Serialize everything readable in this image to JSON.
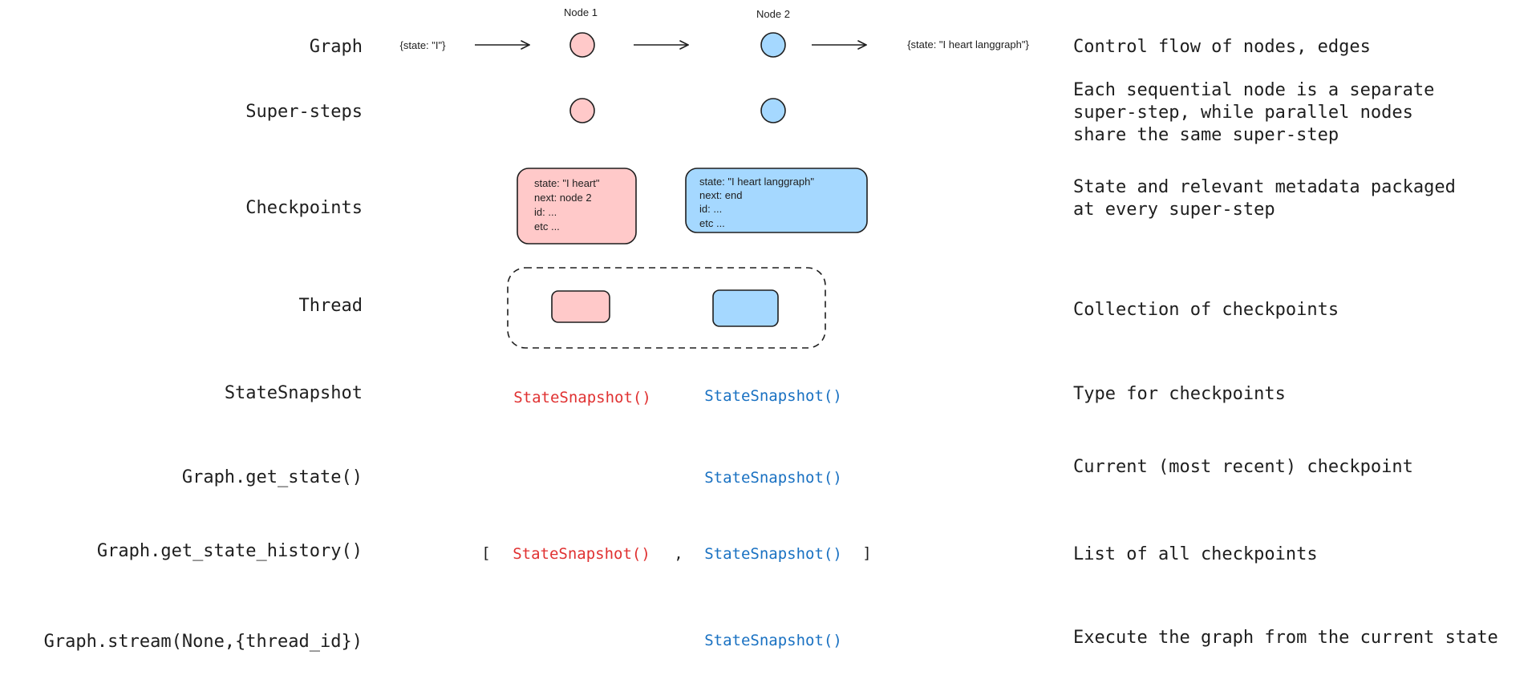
{
  "colors": {
    "node1_fill": "#ffc9c9",
    "node2_fill": "#a5d8ff",
    "stroke": "#1e1e1e",
    "snapshot_red": "#e03131",
    "snapshot_blue": "#1971c2"
  },
  "rows": {
    "graph": {
      "label": "Graph",
      "description": "Control flow of nodes, edges",
      "node1_title": "Node 1",
      "node2_title": "Node 2",
      "input_state": "{state: \"I\"}",
      "output_state": "{state: \"I heart langgraph\"}"
    },
    "supersteps": {
      "label": "Super-steps",
      "description_lines": [
        "Each sequential node is a separate",
        "super-step, while parallel nodes",
        "share the same super-step"
      ]
    },
    "checkpoints": {
      "label": "Checkpoints",
      "description_lines": [
        "State and relevant metadata packaged",
        "at every super-step"
      ],
      "card1_lines": [
        "state: \"I heart\"",
        "next: node 2",
        "id: ...",
        "etc ..."
      ],
      "card2_lines": [
        "state: \"I heart langgraph\"",
        "next: end",
        "id: ...",
        "etc ..."
      ]
    },
    "thread": {
      "label": "Thread",
      "description": "Collection of checkpoints"
    },
    "statesnapshot": {
      "label": "StateSnapshot",
      "description": "Type for checkpoints",
      "left": "StateSnapshot()",
      "right": "StateSnapshot()"
    },
    "get_state": {
      "label": "Graph.get_state()",
      "description": "Current (most recent) checkpoint",
      "value": "StateSnapshot()"
    },
    "get_state_history": {
      "label": "Graph.get_state_history()",
      "description": "List of all checkpoints",
      "open_bracket": "[",
      "item1": "StateSnapshot()",
      "separator": ",",
      "item2": "StateSnapshot()",
      "close_bracket": "]"
    },
    "stream": {
      "label": "Graph.stream(None,{thread_id})",
      "description": "Execute the graph from the current state",
      "value": "StateSnapshot()"
    }
  }
}
